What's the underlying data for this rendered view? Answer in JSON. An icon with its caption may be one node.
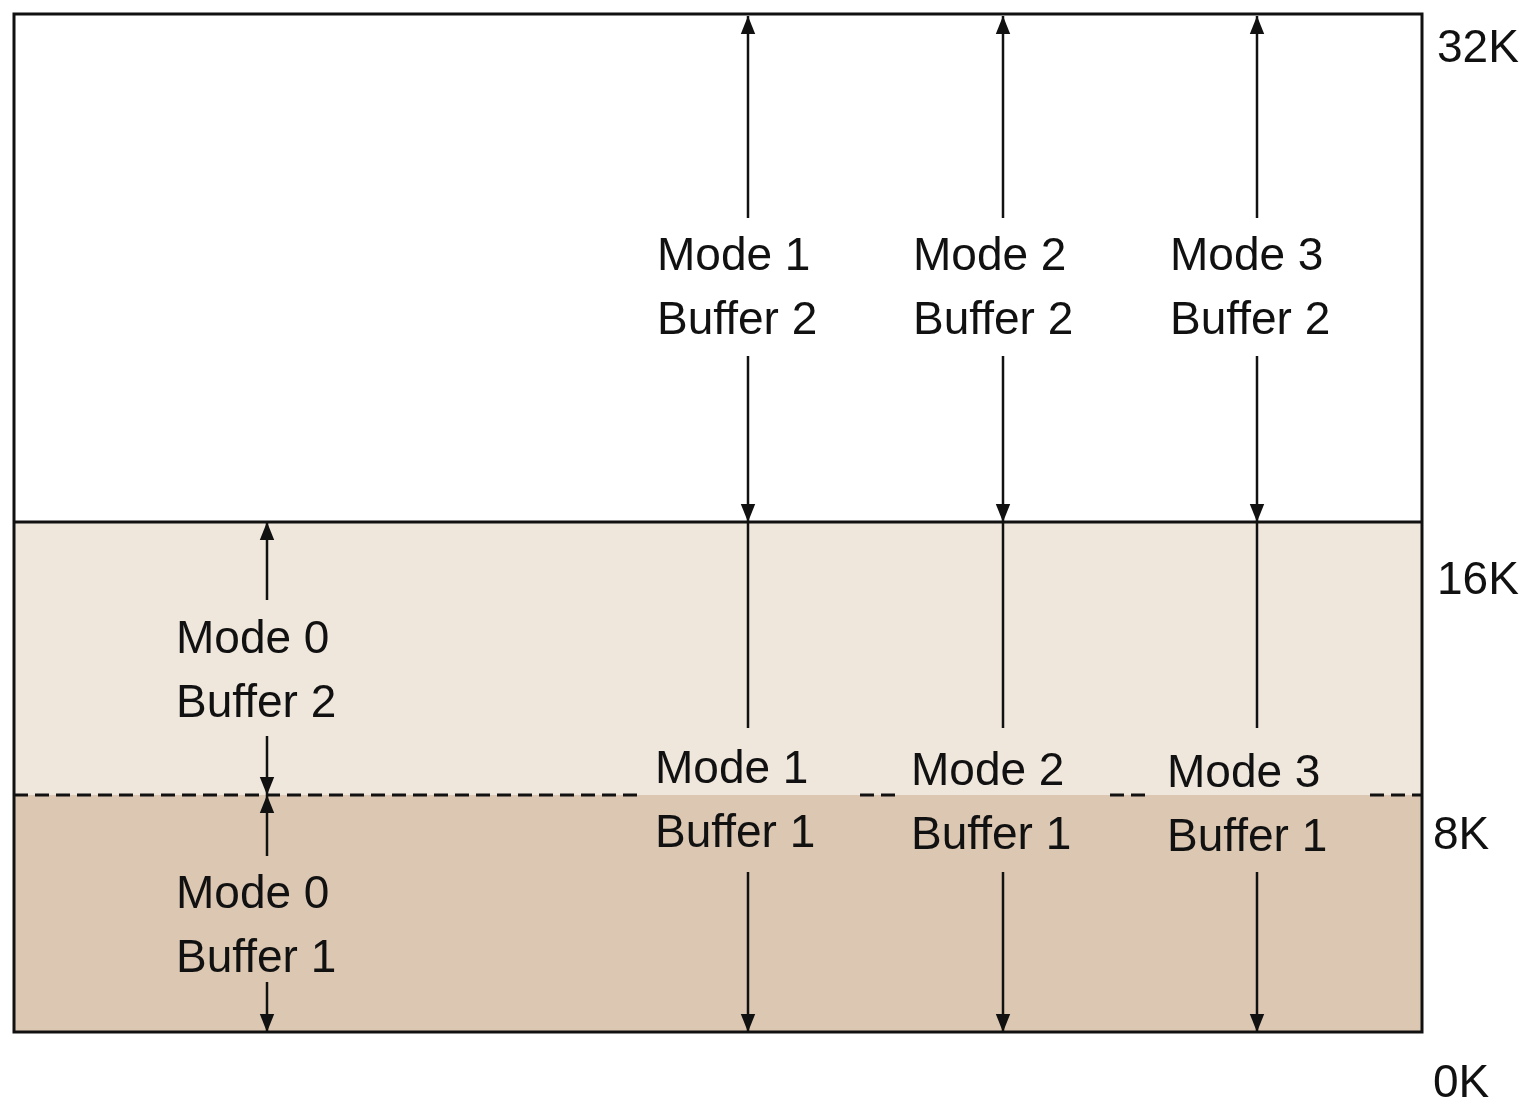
{
  "diagram": {
    "labels": [
      "32K",
      "Mode 1 Buffer 2",
      "Mode 2 Buffer 2",
      "Mode 3 Buffer 2",
      "16K",
      "Mode 0 Buffer 2",
      "Mode 1 Buffer 1",
      "Mode 2 Buffer 1",
      "Mode 3 Buffer 1",
      "8K",
      "Mode 0 Buffer 1",
      "0K"
    ]
  }
}
